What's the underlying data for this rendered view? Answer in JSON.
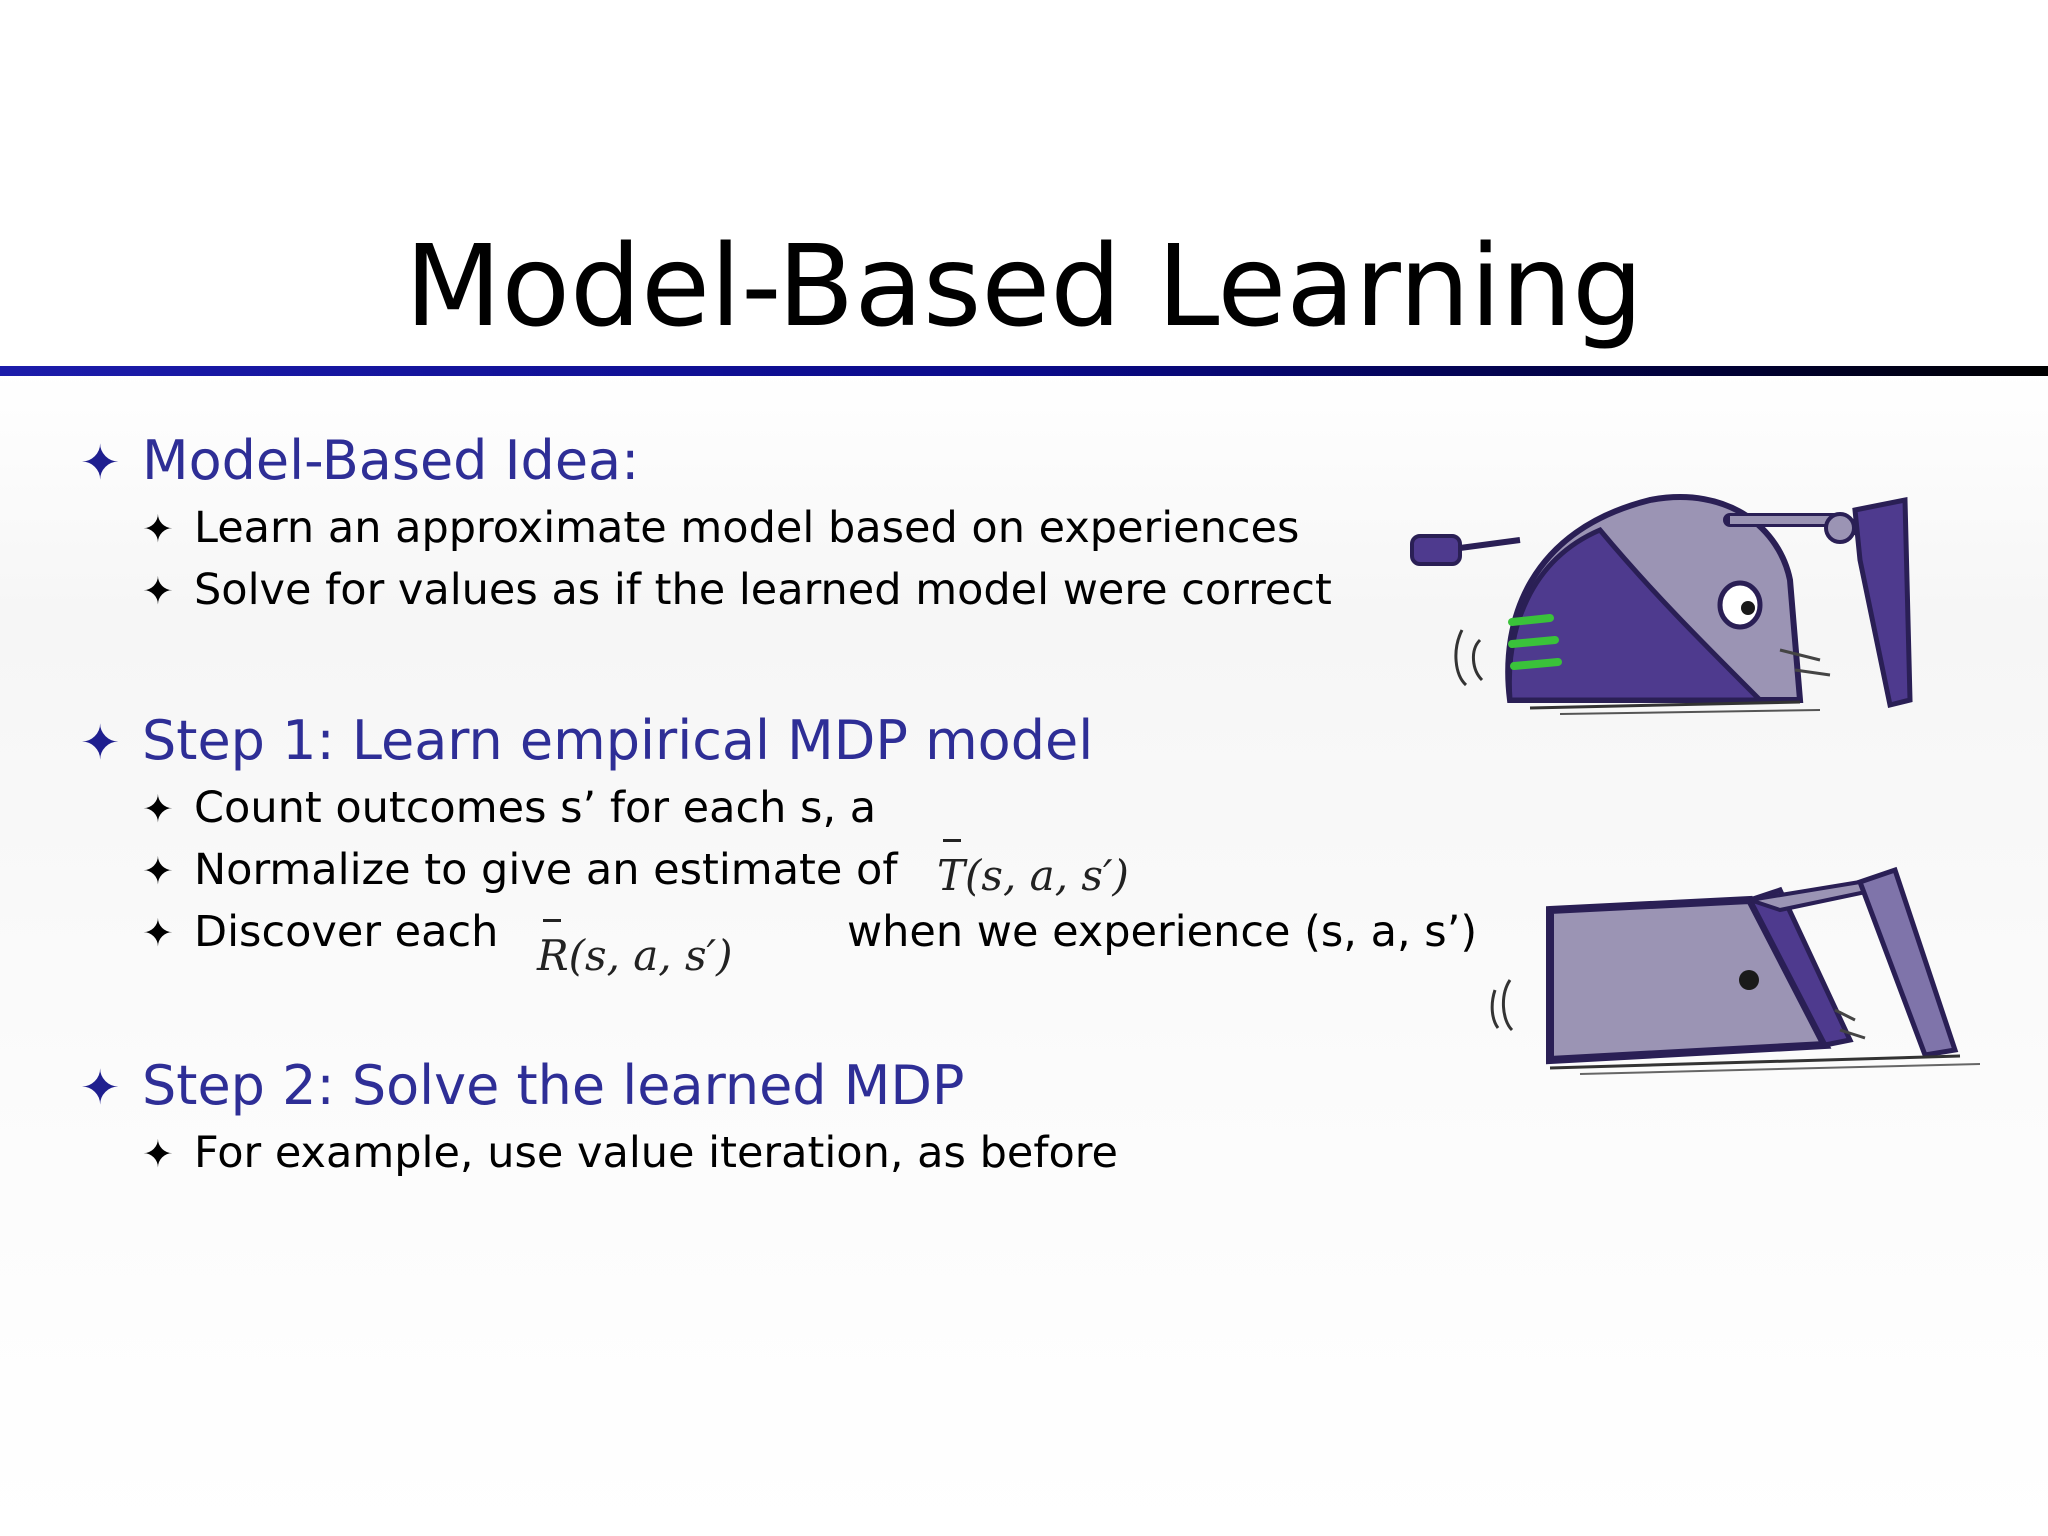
{
  "slide": {
    "title": "Model-Based Learning",
    "sections": [
      {
        "heading": "Model-Based Idea:",
        "items": [
          "Learn an approximate model based on experiences",
          "Solve for values as if the learned model were correct"
        ]
      },
      {
        "heading": "Step 1: Learn empirical MDP model",
        "items": [
          "Count outcomes s’ for each s, a",
          "Normalize to give an estimate of",
          "Discover each"
        ],
        "math_t": "T(s, a, s′)",
        "math_r": "R(s, a, s′)",
        "after_math_r": "when we experience (s, a, s’)"
      },
      {
        "heading": "Step 2: Solve the learned MDP",
        "items": [
          "For example, use value iteration, as before"
        ]
      }
    ],
    "bullet_glyph": "✦",
    "colors": {
      "heading": "#2e2e96",
      "rule": "#1c1caa",
      "robot_body": "#4e3a8e",
      "robot_light": "#9b94b4"
    },
    "illustrations": [
      "robot-rolling-icon",
      "robot-folded-icon"
    ]
  }
}
